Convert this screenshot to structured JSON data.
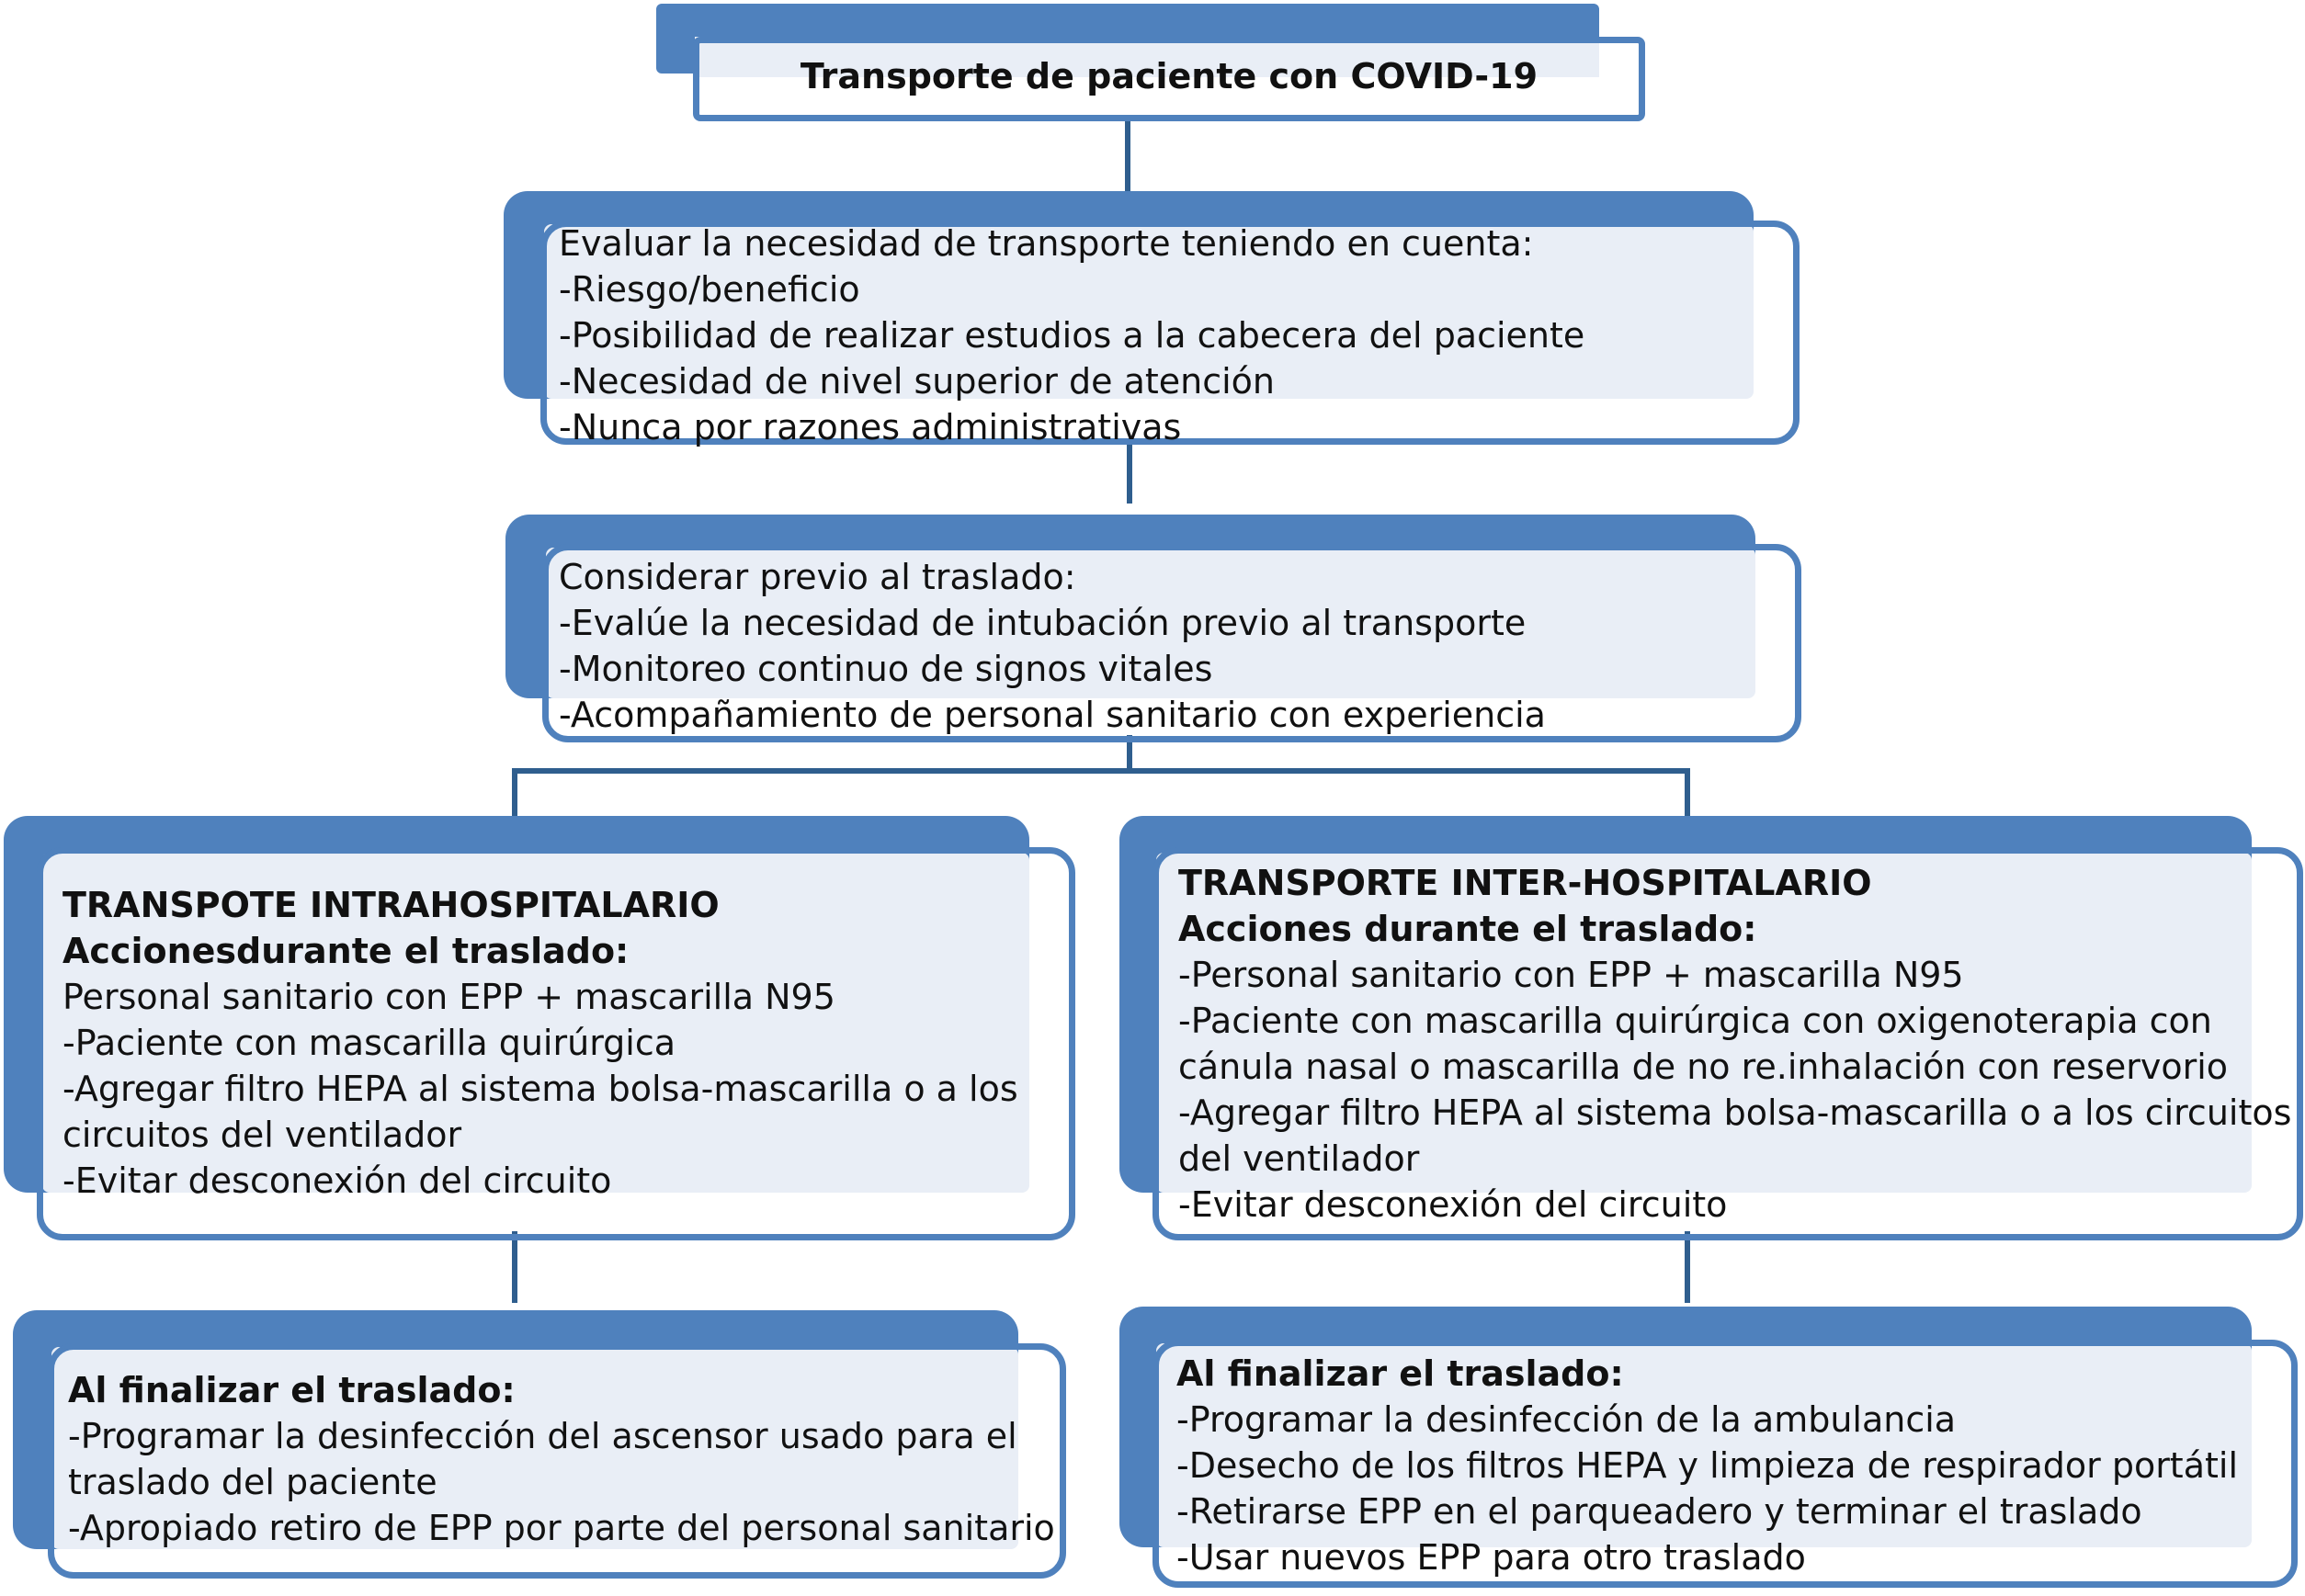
{
  "title": "Transporte de paciente con COVID-19",
  "evaluate": {
    "lines": [
      "Evaluar la necesidad de transporte teniendo en cuenta:",
      "-Riesgo/beneficio",
      "-Posibilidad de realizar estudios a la cabecera del paciente",
      "-Necesidad de nivel superior de atención",
      "-Nunca por razones administrativas"
    ]
  },
  "consider": {
    "lines": [
      "Considerar previo al traslado:",
      "-Evalúe la necesidad de intubación previo al transporte",
      "-Monitoreo continuo de signos vitales",
      "-Acompañamiento de personal sanitario con experiencia"
    ]
  },
  "intra": {
    "heading": "TRANSPOTE INTRAHOSPITALARIO",
    "subheading": "Accionesdurante el traslado:",
    "lines": [
      "Personal sanitario con EPP +  mascarilla N95",
      "-Paciente con mascarilla quirúrgica",
      "-Agregar filtro HEPA al sistema bolsa-mascarilla o a los",
      "circuitos del ventilador",
      "-Evitar desconexión del circuito"
    ]
  },
  "inter": {
    "heading": "TRANSPORTE INTER-HOSPITALARIO",
    "subheading": "Acciones durante el traslado:",
    "lines": [
      "-Personal sanitario con EPP +  mascarilla N95",
      "-Paciente con mascarilla quirúrgica con oxigenoterapia con",
      "cánula nasal o mascarilla de no re.inhalación con reservorio",
      "-Agregar filtro HEPA al sistema bolsa-mascarilla o a los circuitos",
      "del ventilador",
      "-Evitar desconexión del circuito"
    ]
  },
  "intra_end": {
    "heading": "Al finalizar el traslado:",
    "lines": [
      "-Programar la desinfección del ascensor usado para el",
      "traslado del paciente",
      "-Apropiado retiro de EPP por parte del personal sanitario"
    ]
  },
  "inter_end": {
    "heading": "Al finalizar el traslado:",
    "lines": [
      "-Programar la desinfección de la ambulancia",
      "-Desecho de los filtros HEPA y limpieza de respirador portátil",
      "-Retirarse EPP en el parqueadero y terminar el traslado",
      "-Usar nuevos EPP para otro traslado"
    ]
  },
  "colors": {
    "box_border": "#4f81bd",
    "box_shadow": "#4f81bd",
    "inner_fill": "#e9eef6",
    "connector": "#2f5e8e"
  }
}
